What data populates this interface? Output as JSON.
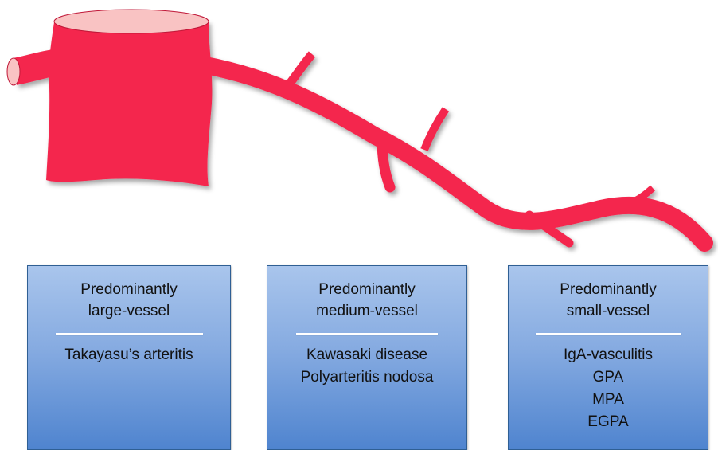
{
  "diagram": {
    "vessel_color": "#f4264e",
    "categories": [
      {
        "heading_line1": "Predominantly",
        "heading_line2": "large-vessel",
        "items": [
          "Takayasu’s arteritis"
        ]
      },
      {
        "heading_line1": "Predominantly",
        "heading_line2": "medium-vessel",
        "items": [
          "Kawasaki disease",
          "Polyarteritis nodosa"
        ]
      },
      {
        "heading_line1": "Predominantly",
        "heading_line2": "small-vessel",
        "items": [
          "IgA-vasculitis",
          "GPA",
          "MPA",
          "EGPA"
        ]
      }
    ]
  }
}
